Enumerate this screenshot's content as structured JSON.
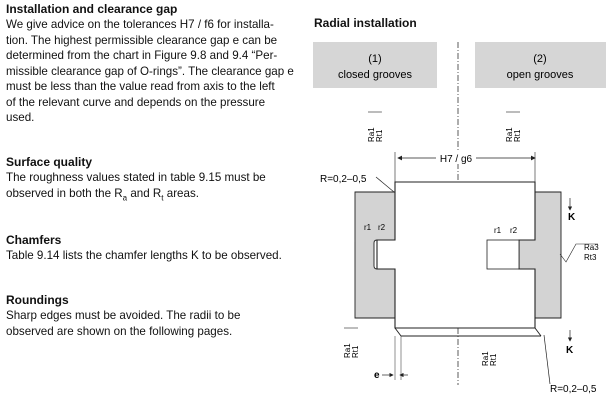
{
  "left": {
    "sections": [
      {
        "title": "Installation and clearance gap",
        "lines": [
          "We give advice on the tolerances H7 / f6 for installa-",
          "tion. The highest permissible clearance gap e can be",
          "determined from the chart in Figure 9.8 and 9.4 “Per-",
          "missible clearance gap of O-rings”. The clearance gap e",
          "must be less than the value read from axis to the left",
          "of the relevant curve and depends on the pressure",
          "used."
        ]
      },
      {
        "title": "Surface quality",
        "lines": [
          "The roughness values stated in table 9.15 must be",
          "observed in both the R",
          "a",
          " and R",
          "t",
          " areas."
        ]
      },
      {
        "title": "Chamfers",
        "lines": [
          "Table 9.14 lists the chamfer lengths K to be observed."
        ]
      },
      {
        "title": "Roundings",
        "lines": [
          "Sharp edges must be avoided. The radii to be",
          "observed are shown on the following pages."
        ]
      }
    ]
  },
  "right": {
    "title": "Radial installation",
    "diagram": {
      "box1_num": "(1)",
      "box1_label": "closed grooves",
      "box2_num": "(2)",
      "box2_label": "open grooves",
      "fit_label": "H7 / g6",
      "r_label_top": "R=0,2–0,5",
      "r_label_bottom": "R=0,2–0,5",
      "k_label_top": "K",
      "k_label_bottom": "K",
      "e_label": "e",
      "r1": "r1",
      "r2": "r2",
      "ra_rt_1": "Ra1",
      "ra_rt_2": "Rt1",
      "ra3": "Ra3",
      "rt3": "Rt3"
    }
  }
}
